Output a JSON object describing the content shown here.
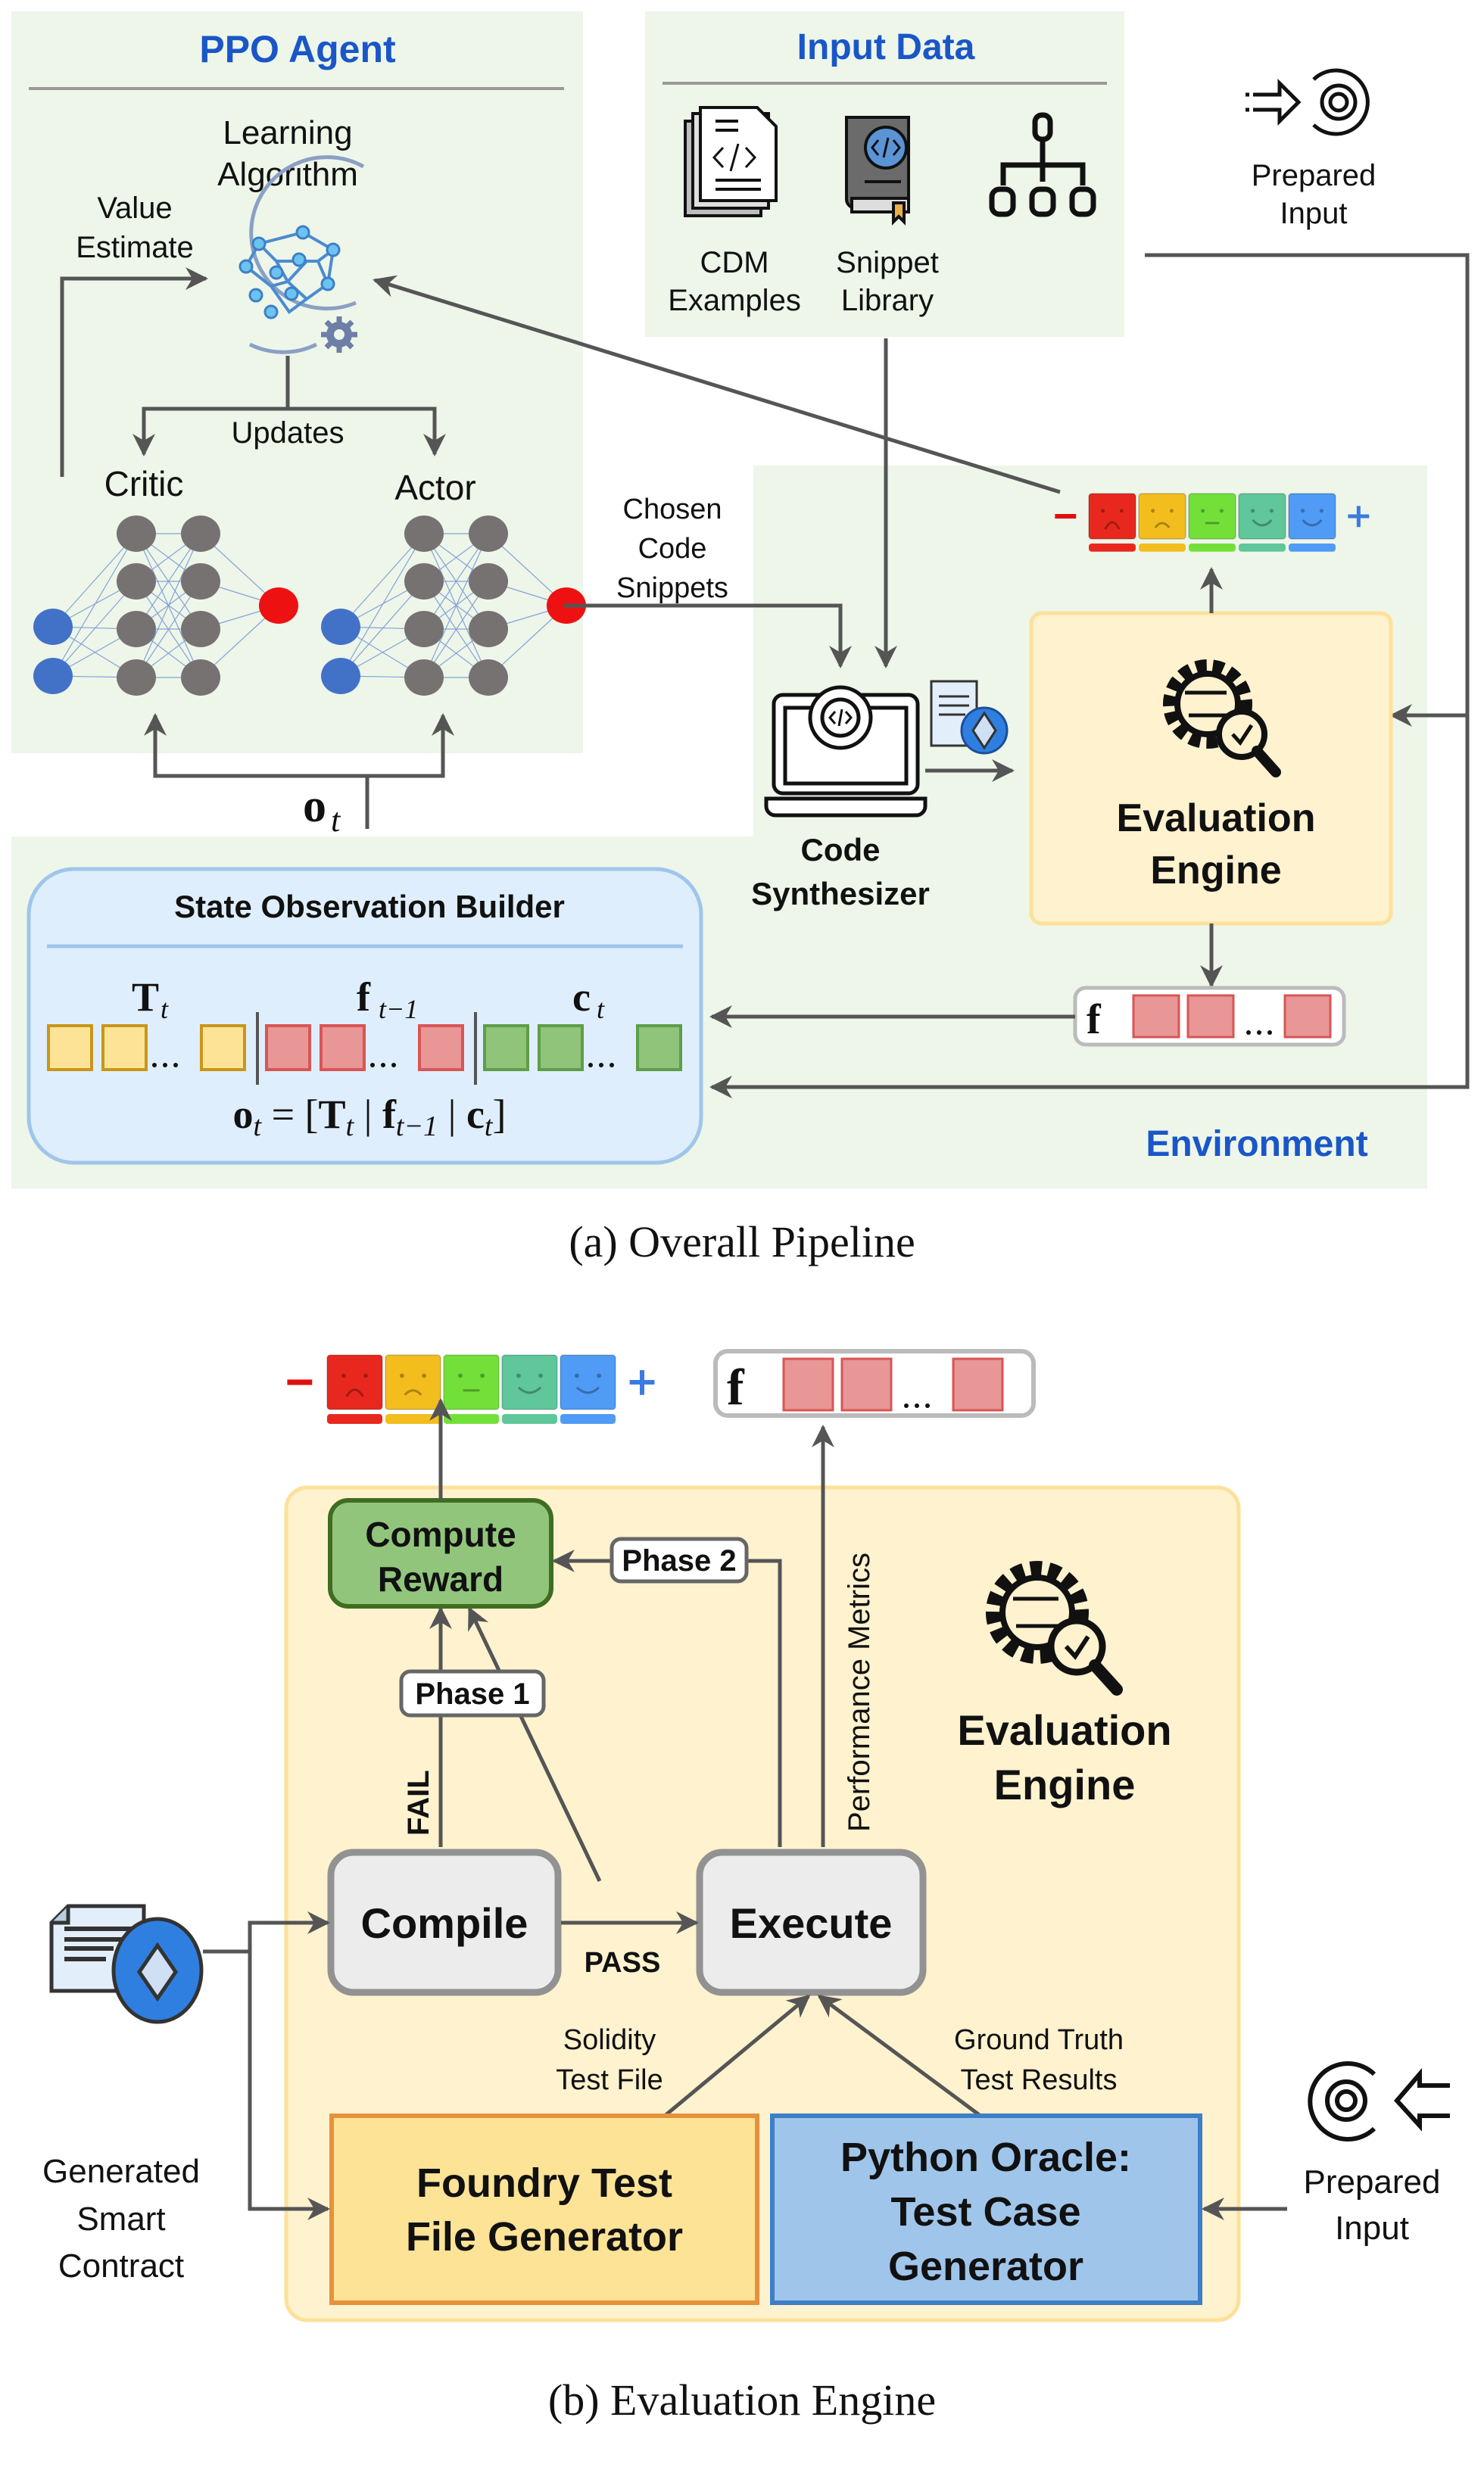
{
  "figure_a": {
    "caption": "(a) Overall Pipeline",
    "ppo_agent": {
      "title": "PPO Agent",
      "learning_algorithm": [
        "Learning",
        "Algorithm"
      ],
      "value_estimate": [
        "Value",
        "Estimate"
      ],
      "updates": "Updates",
      "critic": "Critic",
      "actor": "Actor"
    },
    "input_data": {
      "title": "Input Data",
      "items": [
        {
          "label": [
            "CDM",
            "Examples"
          ],
          "icon": "code-document-stack-icon"
        },
        {
          "label": [
            "Snippet",
            "Library"
          ],
          "icon": "code-book-icon"
        },
        {
          "label": [
            "",
            ""
          ],
          "icon": "hierarchy-tree-icon"
        }
      ]
    },
    "prepared_input": [
      "Prepared",
      "Input"
    ],
    "chosen_code_snippets": [
      "Chosen",
      "Code",
      "Snippets"
    ],
    "code_synthesizer": [
      "Code",
      "Synthesizer"
    ],
    "evaluation_engine": [
      "Evaluation",
      "Engine"
    ],
    "environment": "Environment",
    "observation_label": "o",
    "observation_sub": "t",
    "reward_scale": {
      "minus": "−",
      "plus": "+",
      "colors": [
        "#e8281e",
        "#f3bd1e",
        "#73e03a",
        "#5fc79a",
        "#4f9bf5"
      ]
    },
    "feature_vector_label": "f",
    "state_builder": {
      "title": "State Observation Builder",
      "groups": [
        {
          "symbol": "T",
          "sub": "t",
          "fill": "#fde396",
          "stroke": "#c9961a"
        },
        {
          "symbol": "f",
          "sub": "t−1",
          "fill": "#e89696",
          "stroke": "#d95555"
        },
        {
          "symbol": "c",
          "sub": "t",
          "fill": "#8fc47a",
          "stroke": "#5e9e48"
        }
      ],
      "equation": "o_t = [T_t | f_{t−1} | c_t]"
    }
  },
  "figure_b": {
    "caption": "(b) Evaluation Engine",
    "compute_reward": [
      "Compute",
      "Reward"
    ],
    "phase1": "Phase 1",
    "phase2": "Phase 2",
    "fail": "FAIL",
    "pass": "PASS",
    "compile": "Compile",
    "execute": "Execute",
    "performance_metrics": "Performance Metrics",
    "evaluation_engine": [
      "Evaluation",
      "Engine"
    ],
    "solidity_test_file": [
      "Solidity",
      "Test File"
    ],
    "ground_truth": [
      "Ground Truth",
      "Test Results"
    ],
    "foundry": [
      "Foundry Test",
      "File Generator"
    ],
    "python_oracle": [
      "Python Oracle:",
      "Test Case",
      "Generator"
    ],
    "generated_contract": [
      "Generated",
      "Smart",
      "Contract"
    ],
    "prepared_input": [
      "Prepared",
      "Input"
    ],
    "feature_vector_label": "f"
  }
}
